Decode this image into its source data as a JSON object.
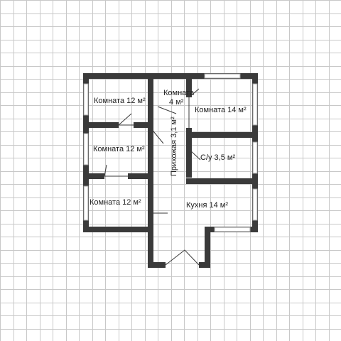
{
  "floor_plan": {
    "colors": {
      "wall": "#3a3a3a",
      "grid_line": "#c8c8c8",
      "background": "#ffffff",
      "window_frame": "#9a9a9a",
      "text": "#222222"
    },
    "rooms": [
      {
        "id": "room-1",
        "label": "Комната 12 м²"
      },
      {
        "id": "room-2",
        "label": "Комната 12 м²"
      },
      {
        "id": "room-3",
        "label": "Комната 12 м²"
      },
      {
        "id": "room-4-label-a",
        "label": "Комната"
      },
      {
        "id": "room-4-label-b",
        "label": "4 м²"
      },
      {
        "id": "room-5",
        "label": "Комната 14 м²"
      },
      {
        "id": "hallway",
        "label": "Прихожая 3,1 м²"
      },
      {
        "id": "bathroom",
        "label": "С/у 3,5 м²"
      },
      {
        "id": "kitchen",
        "label": "Кухня 14 м²"
      }
    ]
  }
}
